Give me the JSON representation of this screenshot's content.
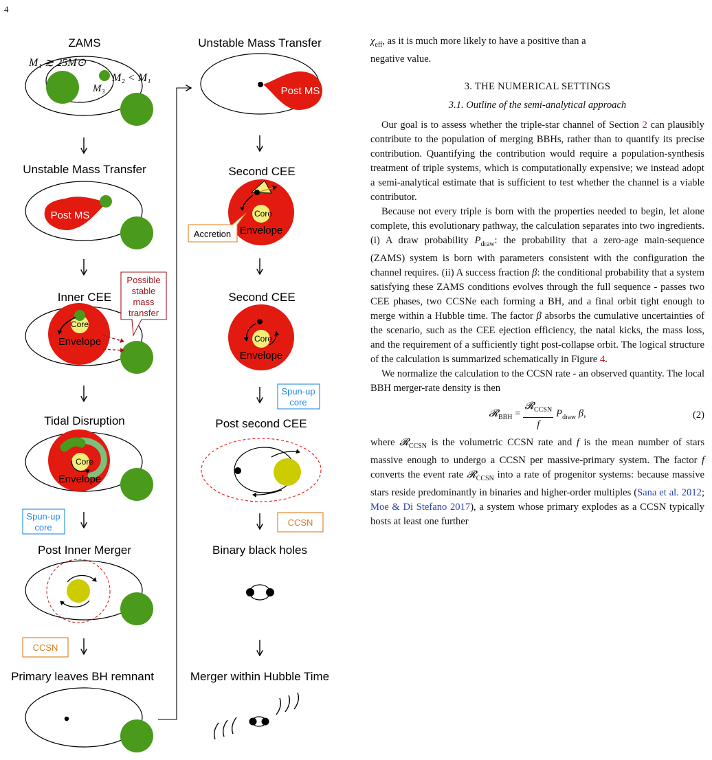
{
  "page_number": "4",
  "figure": {
    "left_column": {
      "stage_titles": [
        "ZAMS",
        "Unstable Mass Transfer",
        "Inner CEE",
        "Tidal Disruption",
        "Post Inner Merger",
        "Primary leaves BH remnant"
      ],
      "zams_labels": {
        "m1": "M₁ ≳ 25M⊙",
        "m2": "M₂ < M₁",
        "m3": "M₃"
      },
      "post_ms": "Post MS",
      "core": "Core",
      "envelope": "Envelope",
      "callout_stable": [
        "Possible",
        "stable",
        "mass",
        "transfer"
      ],
      "spun_up_core": [
        "Spun-up",
        "core"
      ],
      "ccsn": "CCSN"
    },
    "right_column": {
      "stage_titles": [
        "Unstable Mass Transfer",
        "Second CEE",
        "Second CEE",
        "Post second CEE",
        "Binary black holes",
        "Merger within Hubble Time"
      ],
      "post_ms": "Post MS",
      "accretion": "Accretion",
      "core": "Core",
      "envelope": "Envelope",
      "spun_up_core": [
        "Spun-up",
        "core"
      ],
      "ccsn": "CCSN"
    },
    "colors": {
      "star_green": "#4a9a1c",
      "envelope_red": "#e31a0f",
      "core_yellow": "#f2ee7a",
      "bh_remnant_yellow": "#cccc00",
      "ccsn_orange": "#e07b1a",
      "spun_blue": "#1e88e5",
      "callout_darkred": "#a3161c"
    }
  },
  "text": {
    "intro_line_1": "χeff, as it is much more likely to have a positive than a",
    "intro_line_2": "negative value.",
    "section_title": "3. THE NUMERICAL SETTINGS",
    "subsection_title": "3.1. Outline of the semi-analytical approach",
    "p1": "Our goal is to assess whether the triple-star channel of Section 2 can plausibly contribute to the population of merging BBHs, rather than to quantify its precise contribution. Quantifying the contribution would require a population-synthesis treatment of triple systems, which is computationally expensive; we instead adopt a semi-analytical estimate that is sufficient to test whether the channel is a viable contributor.",
    "p2": "Because not every triple is born with the properties needed to begin, let alone complete, this evolutionary pathway, the calculation separates into two ingredients. (i) A draw probability Pdraw: the probability that a zero-age main-sequence (ZAMS) system is born with parameters consistent with the configuration the channel requires. (ii) A success fraction β: the conditional probability that a system satisfying these ZAMS conditions evolves through the full sequence - passes two CEE phases, two CCSNe each forming a BH, and a final orbit tight enough to merge within a Hubble time. The factor β absorbs the cumulative uncertainties of the scenario, such as the CEE ejection efficiency, the natal kicks, the mass loss, and the requirement of a sufficiently tight post-collapse orbit. The logical structure of the calculation is summarized schematically in Figure 4.",
    "p3": "We normalize the calculation to the CCSN rate - an observed quantity. The local BBH merger-rate density is then",
    "equation_number": "(2)",
    "p4": "where RCCSN is the volumetric CCSN rate and f is the mean number of stars massive enough to undergo a CCSN per massive-primary system. The factor f converts the event rate RCCSN into a rate of progenitor systems: because massive stars reside predominantly in binaries and higher-order multiples (Sana et al. 2012; Moe & Di Stefano 2017), a system whose primary explodes as a CCSN typically hosts at least one further"
  }
}
